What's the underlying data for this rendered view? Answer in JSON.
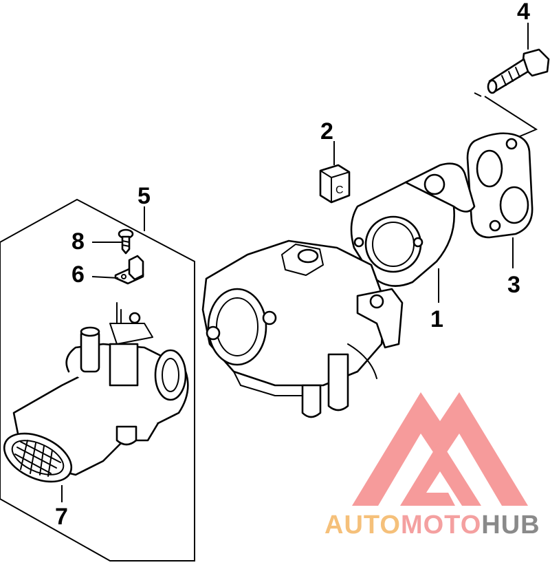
{
  "callouts": [
    {
      "id": "1",
      "label": "1"
    },
    {
      "id": "2",
      "label": "2"
    },
    {
      "id": "3",
      "label": "3"
    },
    {
      "id": "4",
      "label": "4"
    },
    {
      "id": "5",
      "label": "5"
    },
    {
      "id": "6",
      "label": "6"
    },
    {
      "id": "7",
      "label": "7"
    },
    {
      "id": "8",
      "label": "8"
    }
  ],
  "watermark": {
    "part1": "AUTO",
    "part2": "MOTO",
    "part3": "HUB",
    "colors": {
      "auto": "#f5c07a",
      "moto": "#f4a0a0",
      "hub": "#8a8a8a",
      "logo": "#f58a8a"
    }
  }
}
